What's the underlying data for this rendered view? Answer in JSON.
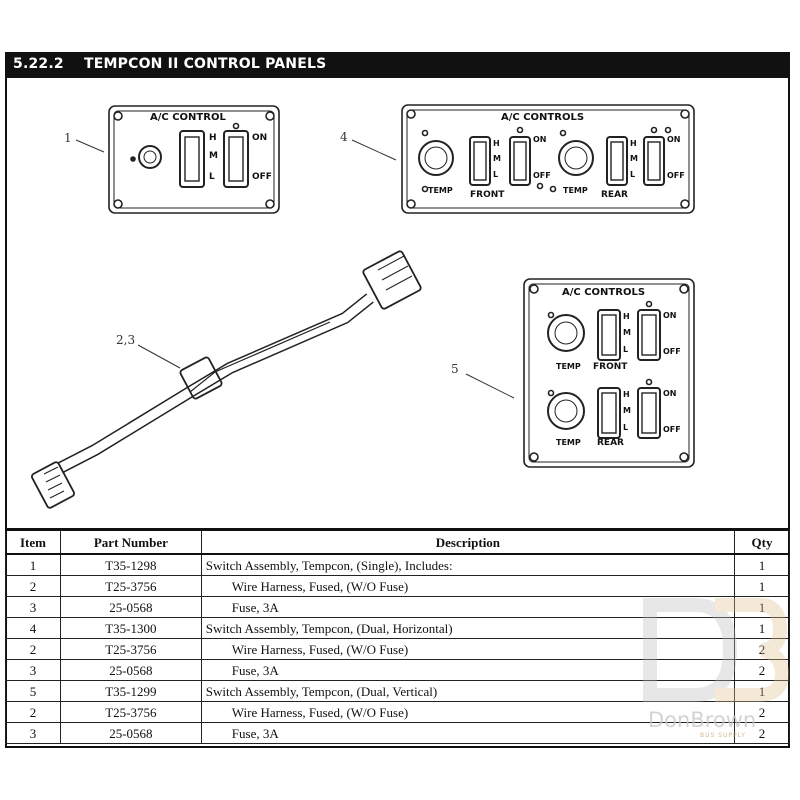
{
  "section": {
    "number": "5.22.2",
    "title": "TEMPCON  II CONTROL PANELS"
  },
  "callouts": {
    "c1": "1",
    "c4": "4",
    "c23": "2,3",
    "c5": "5"
  },
  "panels": {
    "single": {
      "title": "A/C CONTROL",
      "h": "H",
      "m": "M",
      "l": "L",
      "on": "ON",
      "off": "OFF"
    },
    "horizontal": {
      "title": "A/C CONTROLS",
      "h": "H",
      "m": "M",
      "l": "L",
      "on": "ON",
      "off": "OFF",
      "temp": "TEMP",
      "front": "FRONT",
      "rear": "REAR"
    },
    "vertical": {
      "title": "A/C CONTROLS",
      "h": "H",
      "m": "M",
      "l": "L",
      "on": "ON",
      "off": "OFF",
      "temp": "TEMP",
      "front": "FRONT",
      "rear": "REAR"
    }
  },
  "table": {
    "headers": {
      "item": "Item",
      "part": "Part Number",
      "desc": "Description",
      "qty": "Qty"
    },
    "rows": [
      {
        "item": "1",
        "part": "T35-1298",
        "desc": "Switch Assembly, Tempcon, (Single), Includes:",
        "qty": "1"
      },
      {
        "item": "2",
        "part": "T25-3756",
        "desc": "Wire Harness, Fused, (W/O Fuse)",
        "qty": "1"
      },
      {
        "item": "3",
        "part": "25-0568",
        "desc": "Fuse, 3A",
        "qty": "1"
      },
      {
        "item": "4",
        "part": "T35-1300",
        "desc": "Switch Assembly, Tempcon, (Dual, Horizontal)",
        "qty": "1"
      },
      {
        "item": "2",
        "part": "T25-3756",
        "desc": "Wire Harness, Fused, (W/O Fuse)",
        "qty": "2"
      },
      {
        "item": "3",
        "part": "25-0568",
        "desc": "Fuse, 3A",
        "qty": "2"
      },
      {
        "item": "5",
        "part": "T35-1299",
        "desc": "Switch Assembly, Tempcon, (Dual, Vertical)",
        "qty": "1"
      },
      {
        "item": "2",
        "part": "T25-3756",
        "desc": "Wire Harness, Fused, (W/O Fuse)",
        "qty": "2"
      },
      {
        "item": "3",
        "part": "25-0568",
        "desc": "Fuse, 3A",
        "qty": "2"
      }
    ]
  },
  "watermark": {
    "brand": "DonBrown",
    "tagline": "BUS SUPPLY"
  }
}
